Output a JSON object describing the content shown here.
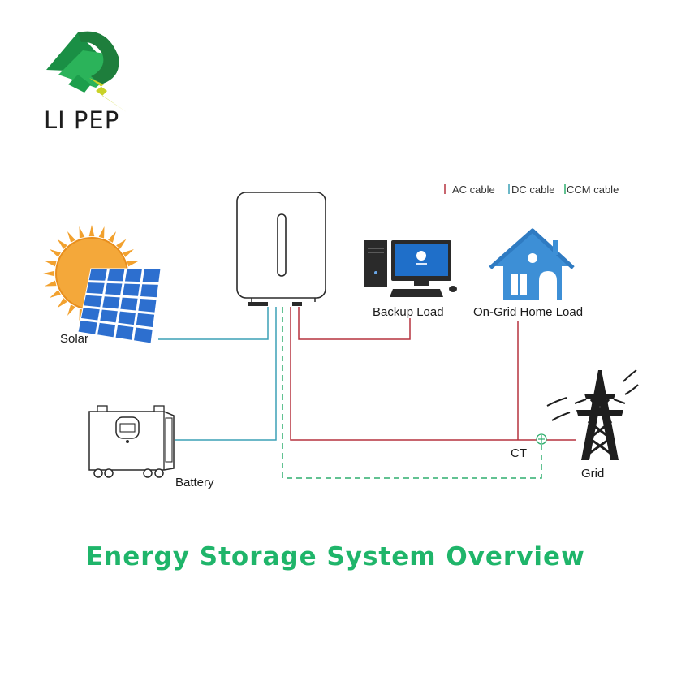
{
  "brand": {
    "name": "LI PEP"
  },
  "legend": {
    "ac": "AC cable",
    "dc": "DC cable",
    "ccm": "CCM cable"
  },
  "nodes": {
    "solar": "Solar",
    "battery": "Battery",
    "backup_load": "Backup Load",
    "home_load": "On-Grid Home Load",
    "grid": "Grid",
    "ct": "CT"
  },
  "title": "Energy Storage System Overview",
  "colors": {
    "ac_cable": "#b5323f",
    "dc_cable": "#3ba0b5",
    "ccm_cable": "#2fae6e",
    "title": "#1fb56a",
    "sun": "#f2a12e",
    "panel": "#2d6fcf",
    "house": "#3d8fd6",
    "monitor": "#1f6fc9"
  },
  "icons": [
    "lipep-logo",
    "sun-icon",
    "solar-panel-icon",
    "inverter-icon",
    "battery-unit-icon",
    "computer-icon",
    "house-icon",
    "transmission-tower-icon",
    "ct-sensor-icon"
  ]
}
